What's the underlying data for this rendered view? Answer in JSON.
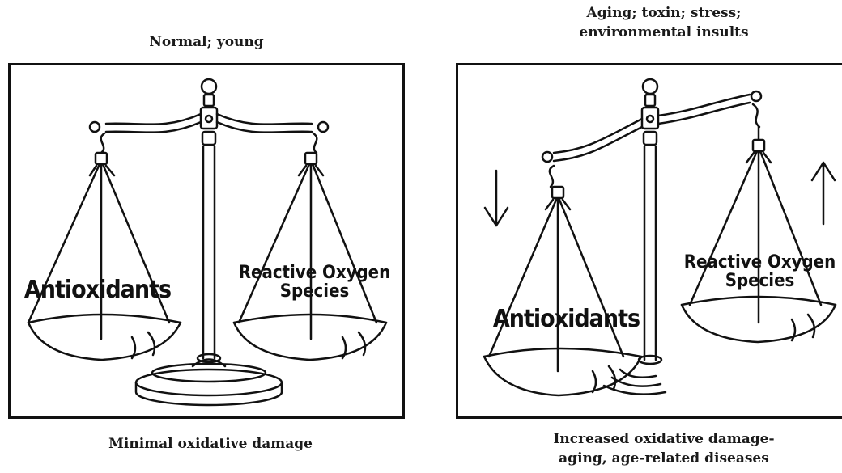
{
  "left": {
    "top_caption": "Normal; young",
    "bottom_caption": "Minimal oxidative damage",
    "left_pan_label": "Antioxidants",
    "right_pan_label_line1": "Reactive Oxygen",
    "right_pan_label_line2": "Species"
  },
  "right": {
    "top_caption_line1": "Aging; toxin; stress;",
    "top_caption_line2": "environmental insults",
    "bottom_caption_line1": "Increased oxidative damage-",
    "bottom_caption_line2": "aging, age-related diseases",
    "left_pan_label": "Antioxidants",
    "right_pan_label_line1": "Reactive Oxygen",
    "right_pan_label_line2": "Species",
    "left_arrow": "down",
    "right_arrow": "up"
  },
  "colors": {
    "ink": "#111111",
    "background": "#ffffff"
  }
}
